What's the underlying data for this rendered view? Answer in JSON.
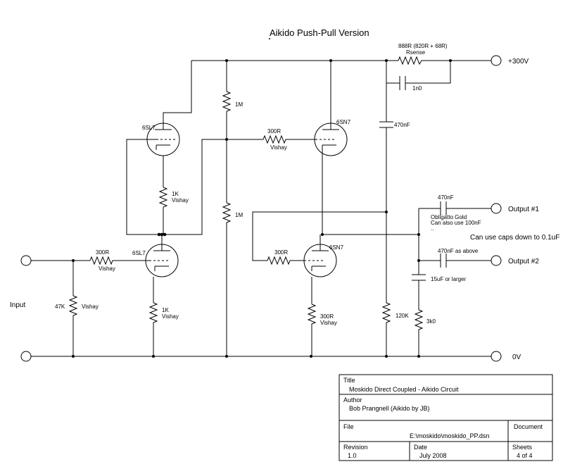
{
  "title": "Aikido Push-Pull Version",
  "labels": {
    "r_sense": "888R (820R + 68R)",
    "r_sense_name": "Rsense",
    "c_bypass": "1n0",
    "supply": "+300V",
    "ground": "0V",
    "r_1m_top": "1M",
    "r_1m_bottom": "1M",
    "tube_6sl7_top": "6SL7",
    "tube_6sl7_bottom": "6SL7",
    "tube_6sn7_top": "6SN7",
    "tube_6sn7_bottom": "6SN7",
    "r_grid_upper": "300R",
    "r_grid_upper_type": "Vishay",
    "r_1k_upper": "1K",
    "r_1k_upper_type": "Vishay",
    "c_470_upper": "470nF",
    "r_input_grid": "300R",
    "r_input_grid_type": "Vishay",
    "r_grid_lower": "300R",
    "r_47k": "47K",
    "r_47k_type": "Vishay",
    "r_1k_lower": "1K",
    "r_1k_lower_type": "Vishay",
    "r_300_cathode": "300R",
    "r_300_cathode_type": "Vishay",
    "r_120k": "120K",
    "c_out1": "470nF",
    "c_out1_note1": "Obligatto Gold",
    "c_out1_note2": "Can also use 100nF",
    "c_out1_note3": "..",
    "output1": "Output #1",
    "caps_note": "Can use caps down to 0.1uF",
    "c_out2": "470nF as above",
    "output2": "Output #2",
    "c_15u": "15uF or larger",
    "r_3k0": "3k0",
    "input": "Input"
  },
  "titleblock": {
    "title_label": "Title",
    "title_value": "Moskido Direct Coupled - Aikido Circuit",
    "author_label": "Author",
    "author_value": "Bob Prangnell (Aikido by JB)",
    "file_label": "File",
    "file_value": "E:\\moskido\\moskido_PP.dsn",
    "document_label": "Document",
    "revision_label": "Revision",
    "revision_value": "1.0",
    "date_label": "Date",
    "date_value": "July 2008",
    "sheets_label": "Sheets",
    "sheets_value": "4 of 4"
  }
}
